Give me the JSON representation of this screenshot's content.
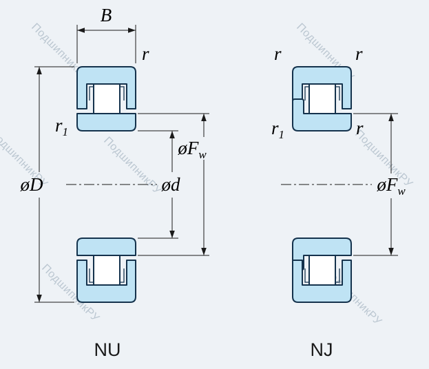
{
  "diagram": {
    "background": "#eef2f6",
    "watermark_text": "ПодшипникРУ",
    "colors": {
      "ring_fill": "#bfe3f4",
      "roller_fill": "#ffffff",
      "outline": "#14324c",
      "dimension": "#1a1a1a",
      "watermark": "#93a4b4"
    },
    "left_view": {
      "type_label": "NU",
      "labels": {
        "width": "B",
        "outer_chamfer": "r",
        "inner_chamfer_base": "r",
        "inner_chamfer_sub": "1",
        "outer_diameter": "øD",
        "bore_diameter": "ød",
        "raceway_diameter_base": "øF",
        "raceway_diameter_sub": "w"
      }
    },
    "right_view": {
      "type_label": "NJ",
      "labels": {
        "outer_chamfer_left": "r",
        "outer_chamfer_right": "r",
        "inner_chamfer_base": "r",
        "inner_chamfer_sub": "1",
        "inner_chamfer_right": "r",
        "raceway_diameter_base": "øF",
        "raceway_diameter_sub": "w"
      }
    }
  }
}
